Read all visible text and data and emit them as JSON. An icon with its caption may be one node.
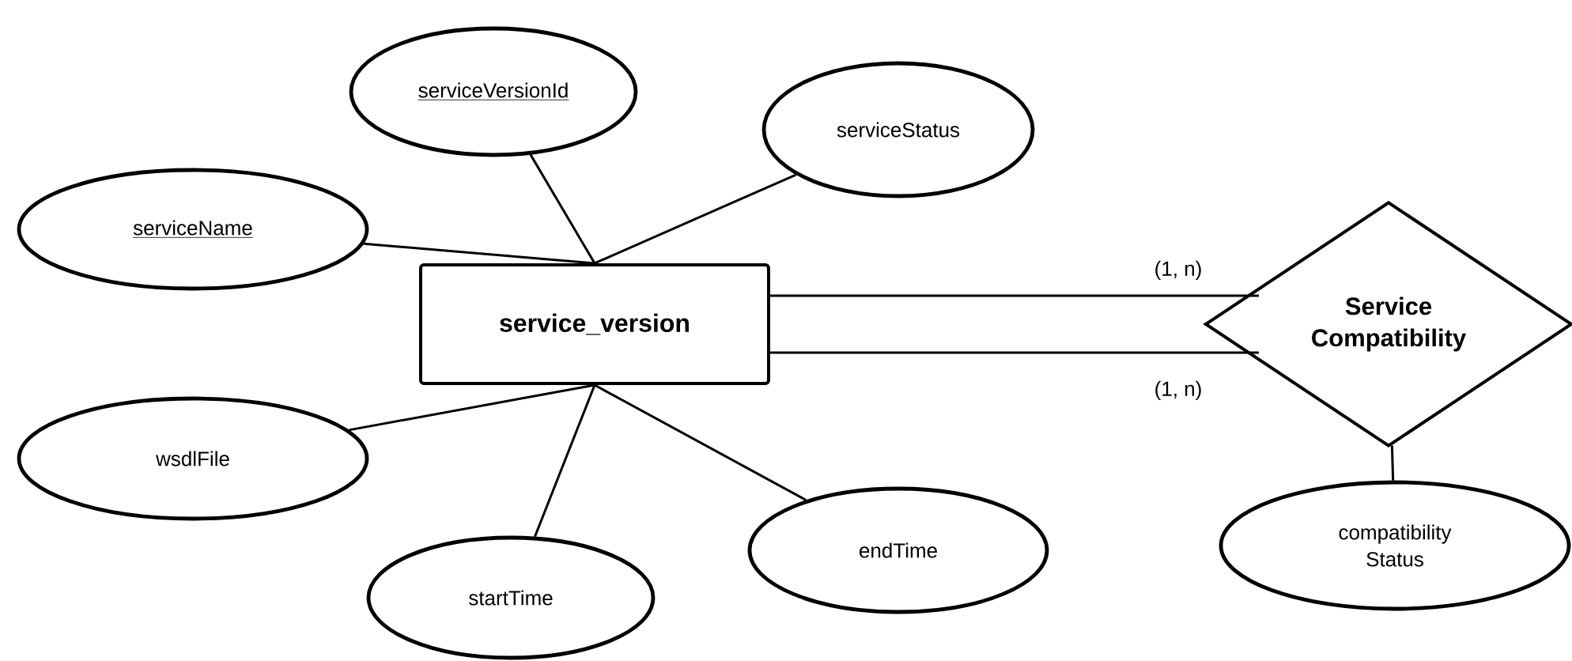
{
  "diagram": {
    "nodes": [
      {
        "text": [
          "service_version"
        ]
      },
      {
        "text": [
          "serviceVersionId"
        ]
      },
      {
        "text": [
          "serviceStatus"
        ]
      },
      {
        "text": [
          "serviceName"
        ]
      },
      {
        "text": [
          "wsdlFile"
        ]
      },
      {
        "text": [
          "startTime"
        ]
      },
      {
        "text": [
          "endTime"
        ]
      },
      {
        "text": [
          "Service Compatibility"
        ]
      },
      {
        "text": [
          "compatibility Status"
        ]
      }
    ],
    "edges": [
      {
        "from": 0,
        "to": 1,
        "arrow": "none"
      },
      {
        "from": 0,
        "to": 2,
        "arrow": "none"
      },
      {
        "from": 0,
        "to": 3,
        "arrow": "none"
      },
      {
        "from": 0,
        "to": 4,
        "arrow": "none"
      },
      {
        "from": 0,
        "to": 5,
        "arrow": "none"
      },
      {
        "from": 0,
        "to": 6,
        "arrow": "none"
      },
      {
        "from": 0,
        "to": 7,
        "arrow": "none",
        "label": "(1, n)"
      },
      {
        "from": 0,
        "to": 7,
        "arrow": "none",
        "label": "(1, n)"
      },
      {
        "from": 7,
        "to": 8,
        "arrow": "none"
      }
    ]
  }
}
